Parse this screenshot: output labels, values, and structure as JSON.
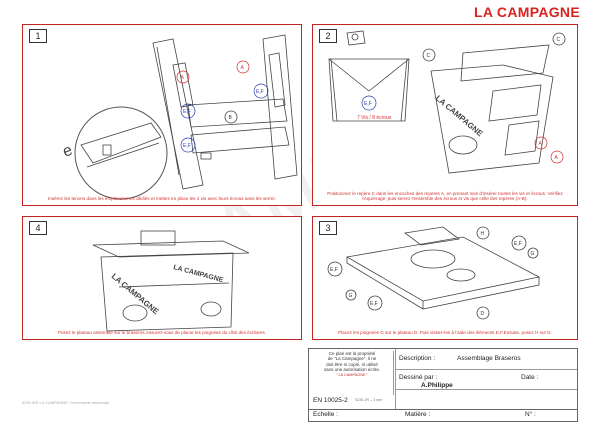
{
  "brand": "LA CAMPAGNE",
  "panels": [
    {
      "id": "p1",
      "number": "1",
      "caption": "Insérez les tenons dans les emplacements dédiés et mettez en place les 4 vis avec leurs écrous sans les serrer.",
      "labels": {
        "a": "A",
        "ef": "E,F",
        "b": "B"
      }
    },
    {
      "id": "p2",
      "number": "2",
      "caption": "Positionnez le repère C dans les encoches des repères A, en prenant soin d'insérer toutes les vis et écrous. Vérifiez l'équerrage, puis serrez l'ensemble des écrous et vis que celle des repères (A-B).",
      "labels": {
        "c": "C",
        "a": "A",
        "ef": "E,F",
        "note": "7 Vis / 8 écrous"
      }
    },
    {
      "id": "p4",
      "number": "4",
      "caption": "Posez le plateau assemblé sur le braseros.Assurez-vous de placer les poignées du côté des écritures.",
      "labels": {}
    },
    {
      "id": "p3",
      "number": "3",
      "caption": "Placez les poignées G sur le plateau D. Puis vissez-les à l'aide des éléments E,F.Ensuite, posez H sur D.",
      "labels": {
        "h": "H",
        "ef": "E,F",
        "g": "G",
        "d": "D"
      }
    }
  ],
  "engraving": "LA CAMPAGNE",
  "title_block": {
    "note_line1": "Ce plan est la propriété",
    "note_line2": "de \"La Campagne\", il ne",
    "note_line3": "doit être ni copié, ni utilisé",
    "note_line4": "sans une autorisation écrite.",
    "note_brand": "\" LA CAMPAGNE \"",
    "description_label": "Description :",
    "description_value": "Assemblage Braseros",
    "drawn_label": "Dessiné par :",
    "drawn_value": "A.Philippe",
    "date_label": "Date :",
    "standard": "EN 10025-2",
    "standard_small": "S235 JR -- 3 mm",
    "scale_label": "Echelle :",
    "material_label": "Matière :",
    "number_label": "N° :"
  },
  "footer_text": "ATELIER LA CAMPAGNE, Ferronnerie artisanale"
}
